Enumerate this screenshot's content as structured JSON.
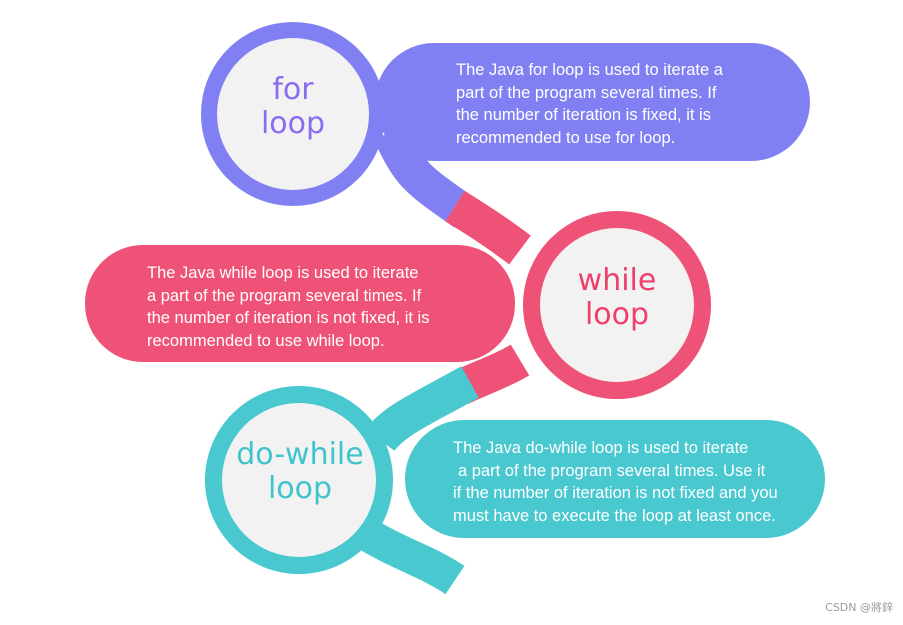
{
  "colors": {
    "for": "#8080f3",
    "while": "#ef5277",
    "dowhile": "#49c8d0",
    "circle_fill": "#f2f2f2"
  },
  "sections": [
    {
      "id": "for",
      "title_lines": [
        "for",
        "loop"
      ],
      "description_lines": [
        "The Java for loop is used to iterate a",
        "part of the program several times. If",
        "the number of iteration is fixed, it is",
        "recommended to use for loop."
      ]
    },
    {
      "id": "while",
      "title_lines": [
        "while",
        "loop"
      ],
      "description_lines": [
        "The Java while loop is used to iterate",
        "a part of the program several times. If",
        "the number of iteration is not fixed, it is",
        "recommended to use while loop."
      ]
    },
    {
      "id": "dowhile",
      "title_lines": [
        "do-while",
        "loop"
      ],
      "description_lines": [
        "The Java do-while loop is used to iterate",
        "a part of the program several times. Use it",
        "if the number of iteration is not fixed and you",
        "must have to execute the loop at least once."
      ]
    }
  ],
  "watermark": "CSDN @將鋅"
}
